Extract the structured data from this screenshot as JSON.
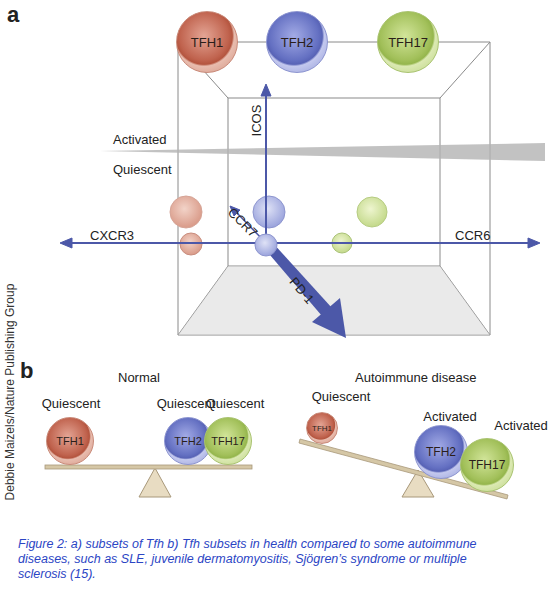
{
  "diagram": {
    "caption": "Figure 2: a) subsets of Tfh b) Tfh subsets in health compared to some autoimmune diseases, such as SLE, juvenile dermatomyositis, Sjögren’s syndrome or multiple sclerosis (15).",
    "nodes": [
      {
        "text": [
          "TFH1"
        ]
      },
      {
        "text": [
          "TFH2"
        ]
      },
      {
        "text": [
          "TFH17"
        ]
      },
      {
        "text": [
          "Quiescent",
          "TFH1"
        ]
      },
      {
        "text": [
          "Quiescent",
          "TFH2"
        ]
      },
      {
        "text": [
          "Quiescent",
          "TFH17"
        ]
      },
      {
        "text": [
          "Quiescent",
          "TFH1"
        ]
      },
      {
        "text": [
          "Activated",
          "TFH2"
        ]
      },
      {
        "text": [
          "Activated",
          "TFH17"
        ]
      }
    ],
    "labels": [
      "a",
      "Activated",
      "Quiescent",
      "ICOS",
      "CCR7",
      "CXCR3",
      "CCR6",
      "PD-1",
      "Debbie Maizels/Nature Publishing Group",
      "b",
      "Normal",
      "Autoimmune disease"
    ]
  }
}
